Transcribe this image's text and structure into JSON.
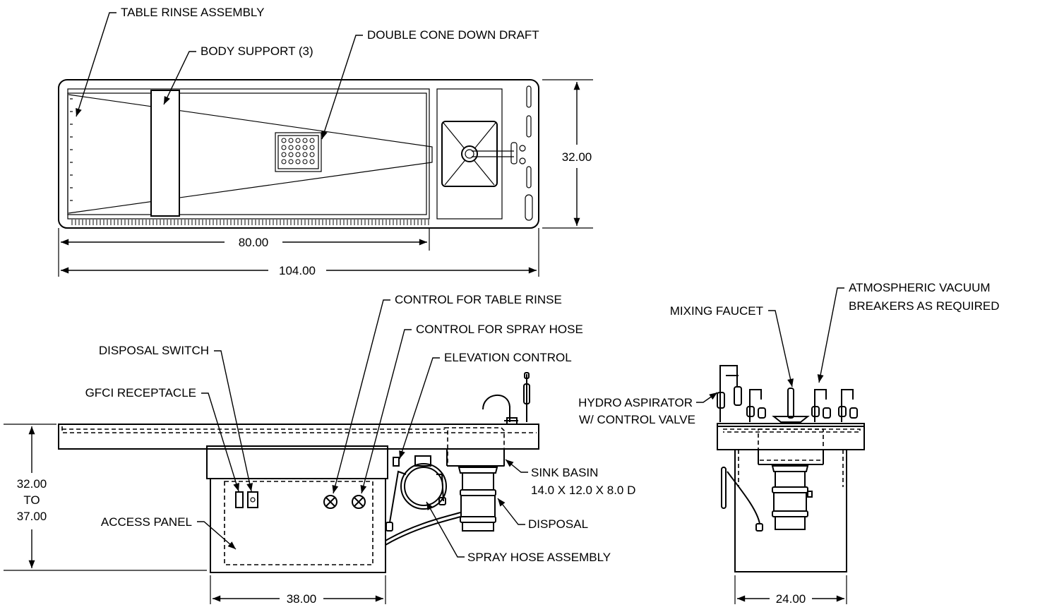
{
  "top_view": {
    "labels": {
      "table_rinse": "TABLE RINSE ASSEMBLY",
      "body_support": "BODY SUPPORT (3)",
      "down_draft": "DOUBLE CONE DOWN DRAFT"
    },
    "dimensions": {
      "length_inner": "80.00",
      "length_total": "104.00",
      "width": "32.00"
    }
  },
  "front_view": {
    "labels": {
      "control_table_rinse": "CONTROL FOR TABLE RINSE",
      "control_spray_hose": "CONTROL FOR SPRAY HOSE",
      "elevation_control": "ELEVATION CONTROL",
      "disposal_switch": "DISPOSAL SWITCH",
      "gfci": "GFCI RECEPTACLE",
      "access_panel": "ACCESS PANEL",
      "sink_basin_1": "SINK BASIN",
      "sink_basin_2": "14.0 X 12.0 X 8.0 D",
      "disposal": "DISPOSAL",
      "spray_hose": "SPRAY HOSE ASSEMBLY"
    },
    "dimensions": {
      "height_1": "32.00",
      "height_2": "TO",
      "height_3": "37.00",
      "base_width": "38.00"
    }
  },
  "side_view": {
    "labels": {
      "mixing_faucet": "MIXING FAUCET",
      "vacuum_1": "ATMOSPHERIC VACUUM",
      "vacuum_2": "BREAKERS AS REQUIRED",
      "aspirator_1": "HYDRO ASPIRATOR",
      "aspirator_2": "W/ CONTROL VALVE"
    },
    "dimensions": {
      "base_width": "24.00"
    }
  }
}
